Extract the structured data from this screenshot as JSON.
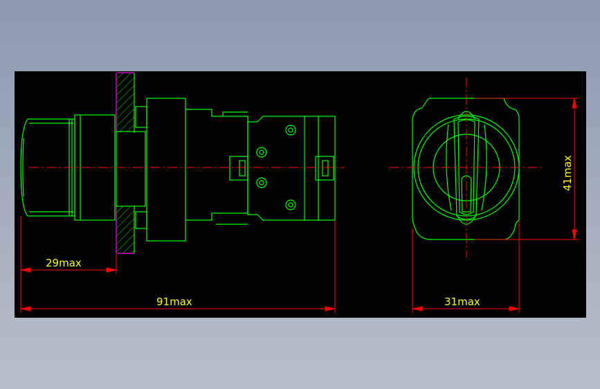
{
  "drawing": {
    "title": "",
    "colors": {
      "background": "#000000",
      "outline": "#00ff00",
      "dimension": "#ff0000",
      "dimension_text": "#ffff00",
      "section_hatch": "#ff00ff"
    },
    "dimensions": {
      "front_depth": "29max",
      "total_length": "91max",
      "width": "31max",
      "height": "41max"
    }
  }
}
